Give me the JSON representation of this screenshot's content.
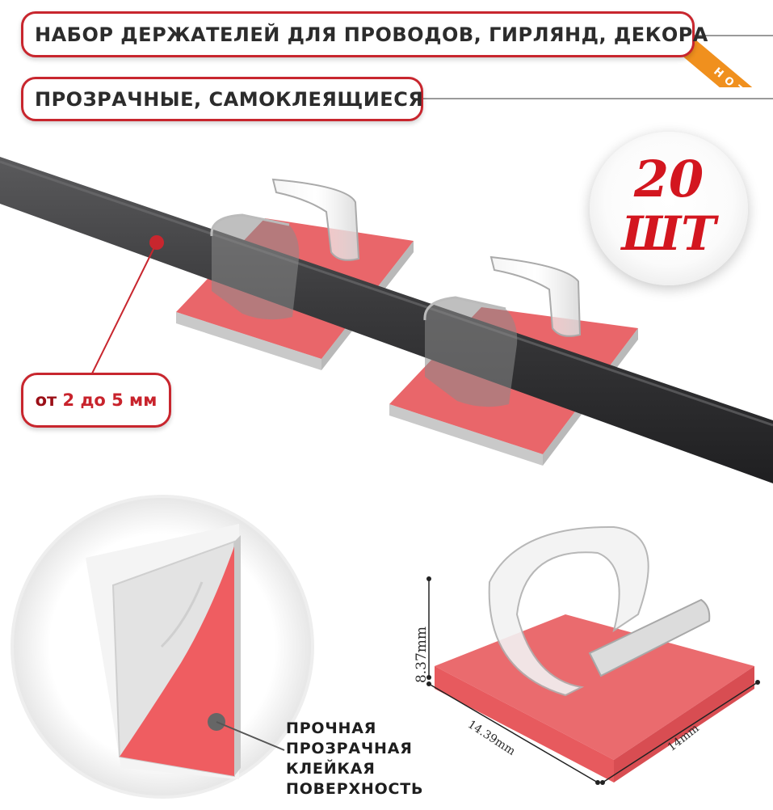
{
  "banner": {
    "title": "НАБОР ДЕРЖАТЕЛЕЙ ДЛЯ ПРОВОДОВ, ГИРЛЯНД, ДЕКОРА",
    "subtitle": "ПРОЗРАЧНЫЕ, САМОКЛЕЯЩИЕСЯ",
    "hot_label": "HOT"
  },
  "quantity_badge": {
    "number": "20",
    "unit": "ШТ"
  },
  "cable_diameter": {
    "prefix": "от",
    "value": "2 до 5 мм"
  },
  "adhesive_label": {
    "line1": "ПРОЧНАЯ",
    "line2": "ПРОЗРАЧНАЯ",
    "line3": "КЛЕЙКАЯ",
    "line4": "ПОВЕРХНОСТЬ"
  },
  "dimensions": {
    "height": "8.37mm",
    "width": "14.39mm",
    "depth": "14mm"
  },
  "colors": {
    "accent_red": "#c8262e",
    "cable": "#3b3b3d",
    "adhesive_pad": "#e9666a",
    "hot_ribbon": "#f0901e"
  }
}
